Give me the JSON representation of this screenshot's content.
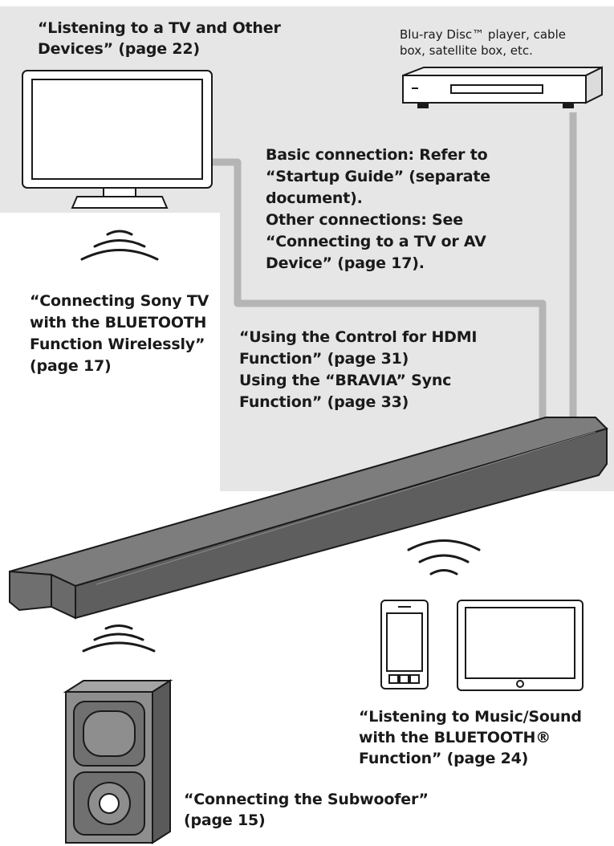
{
  "labels": {
    "tv_section": [
      "“Listening to a TV and Other",
      "Devices” (page 22)"
    ],
    "player_note": [
      "Blu-ray Disc™ player, cable",
      "box, satellite box, etc."
    ],
    "connection_note": [
      "Basic connection: Refer to",
      "“Startup Guide” (separate",
      "document).",
      "Other connections: See",
      "“Connecting to a TV or AV",
      "Device” (page 17)."
    ],
    "sony_tv_bluetooth": [
      "“Connecting Sony TV",
      "with the BLUETOOTH",
      "Function Wirelessly”",
      "(page 17)"
    ],
    "hdmi_control": [
      "“Using the Control for HDMI",
      "Function” (page 31)",
      "Using the “BRAVIA” Sync",
      "Function” (page 33)"
    ],
    "bluetooth_music": [
      "“Listening to Music/Sound",
      "with the BLUETOOTH®",
      "Function” (page 24)"
    ],
    "subwoofer": [
      "“Connecting the Subwoofer”",
      "(page 15)"
    ]
  },
  "colors": {
    "panel": "#e6e6e6",
    "cable": "#b5b5b5",
    "bar_top": "#7d7d7d",
    "bar_front": "#5e5e5e",
    "outline": "#1a1a1a"
  },
  "icons": [
    "tv-icon",
    "player-icon",
    "soundbar-icon",
    "subwoofer-icon",
    "smartphone-icon",
    "tablet-icon",
    "wireless-wave-icon"
  ]
}
